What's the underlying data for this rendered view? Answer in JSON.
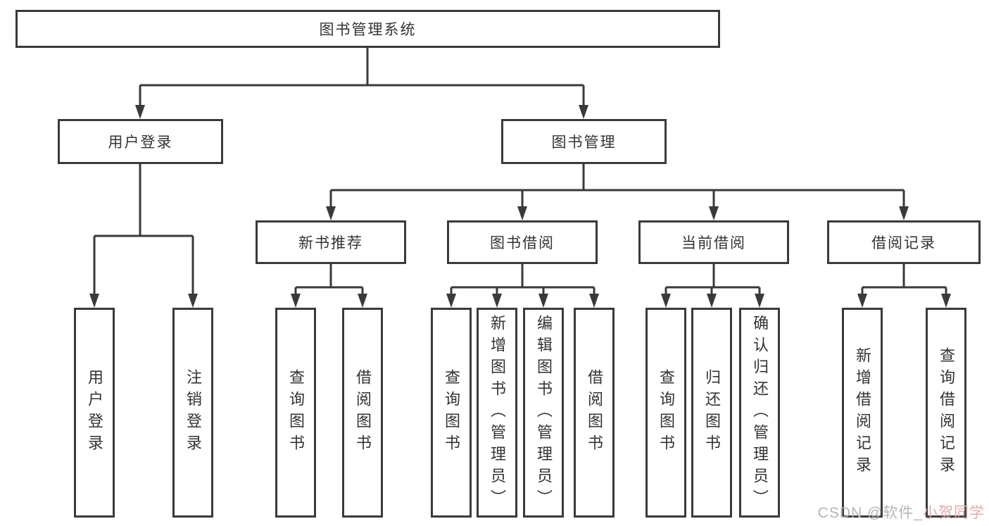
{
  "diagram": {
    "root": {
      "label": "图书管理系统"
    },
    "level2": [
      {
        "label": "用户登录"
      },
      {
        "label": "图书管理"
      }
    ],
    "level3": [
      {
        "label": "新书推荐",
        "parent": "图书管理"
      },
      {
        "label": "图书借阅",
        "parent": "图书管理"
      },
      {
        "label": "当前借阅",
        "parent": "图书管理"
      },
      {
        "label": "借阅记录",
        "parent": "图书管理"
      }
    ],
    "leaves": [
      {
        "label": "用户登录",
        "parent": "用户登录"
      },
      {
        "label": "注销登录",
        "parent": "用户登录"
      },
      {
        "label": "查询图书",
        "parent": "新书推荐"
      },
      {
        "label": "借阅图书",
        "parent": "新书推荐"
      },
      {
        "label": "查询图书",
        "parent": "图书借阅"
      },
      {
        "label": "新增图书（管理员）",
        "parent": "图书借阅"
      },
      {
        "label": "编辑图书（管理员）",
        "parent": "图书借阅"
      },
      {
        "label": "借阅图书",
        "parent": "图书借阅"
      },
      {
        "label": "查询图书",
        "parent": "当前借阅"
      },
      {
        "label": "归还图书",
        "parent": "当前借阅"
      },
      {
        "label": "确认归还（管理员）",
        "parent": "当前借阅"
      },
      {
        "label": "新增借阅记录",
        "parent": "借阅记录"
      },
      {
        "label": "查询借阅记录",
        "parent": "借阅记录"
      }
    ],
    "colors": {
      "line": "#3a3a3a",
      "text": "#333333",
      "background": "#ffffff",
      "watermark_gray": "#b5b5b5",
      "watermark_pink": "#dfaca7"
    }
  },
  "watermark": {
    "prefix": "CSDN @软件_",
    "suffix": "小贺同学"
  }
}
